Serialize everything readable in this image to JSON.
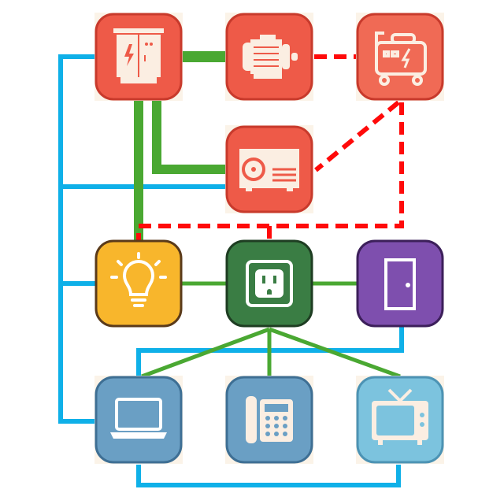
{
  "colors": {
    "blue_link": "#0fb0e8",
    "green_link": "#4aa832",
    "red_dashed_link": "#ff0a0a",
    "red_node": "#ee5a48",
    "yellow_node": "#f8b62c",
    "green_node": "#3a7d44",
    "purple_node": "#7e4fae",
    "blue_node": "#6a9fc4",
    "light_blue_node": "#7cc3de",
    "tile_bg": "#fbf3e8"
  },
  "nodes": [
    {
      "id": "switchgear",
      "icon": "electrical-cabinet-icon"
    },
    {
      "id": "motor",
      "icon": "electric-motor-icon"
    },
    {
      "id": "generator",
      "icon": "generator-icon"
    },
    {
      "id": "ac-unit",
      "icon": "air-conditioner-icon"
    },
    {
      "id": "light",
      "icon": "light-bulb-icon"
    },
    {
      "id": "outlet",
      "icon": "power-outlet-icon"
    },
    {
      "id": "door",
      "icon": "door-icon"
    },
    {
      "id": "laptop",
      "icon": "laptop-icon"
    },
    {
      "id": "phone",
      "icon": "desk-phone-icon"
    },
    {
      "id": "tv",
      "icon": "television-icon"
    }
  ]
}
